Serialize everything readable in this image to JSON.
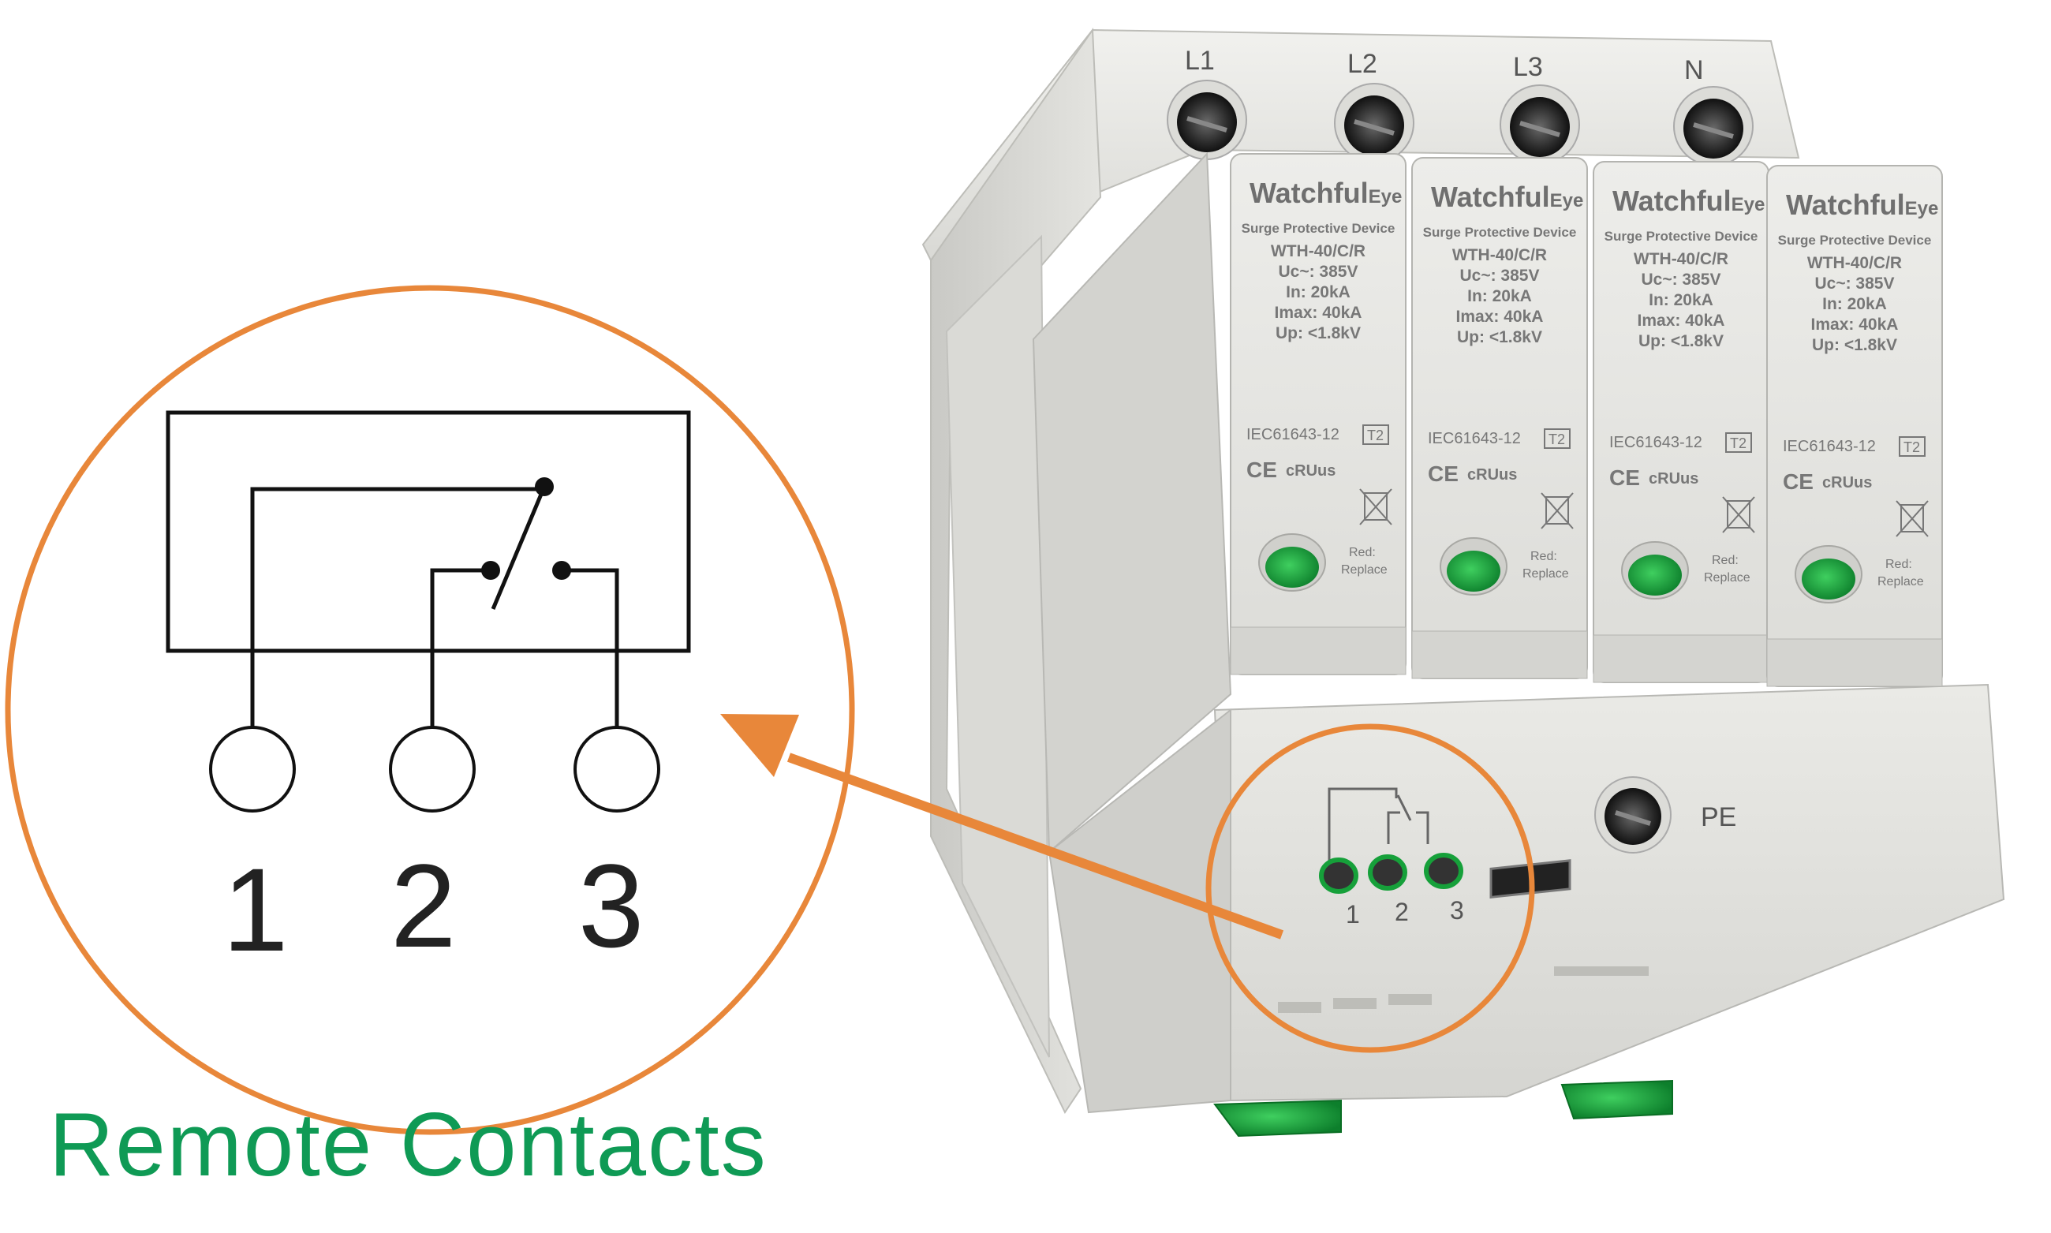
{
  "caption": "Remote Contacts",
  "colors": {
    "accent": "#e8873a",
    "caption": "#0f9a55",
    "device_body": "#e6e6e3",
    "indicator": "#17a33d"
  },
  "diagram": {
    "terminal_labels": [
      "1",
      "2",
      "3"
    ]
  },
  "device": {
    "phase_labels": [
      "L1",
      "L2",
      "L3",
      "N"
    ],
    "module": {
      "brand_main": "Watchful",
      "brand_suffix": "Eye",
      "type": "Surge Protective Device",
      "model": "WTH-40/C/R",
      "uc": "Uc~: 385V",
      "in": "In: 20kA",
      "imax": "Imax: 40kA",
      "up": "Up: <1.8kV",
      "standard": "IEC61643-12",
      "class_badge": "T2",
      "ce_mark": "CE",
      "ul_mark": "cRUus",
      "indicator_note_1": "Red:",
      "indicator_note_2": "Replace"
    },
    "base": {
      "pe_label": "PE",
      "contact_labels": [
        "1",
        "2",
        "3"
      ]
    }
  }
}
